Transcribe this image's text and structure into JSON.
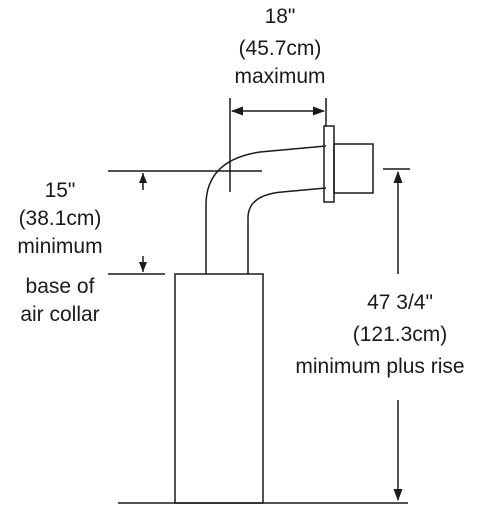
{
  "horizontal_dim": {
    "value": "18\"",
    "metric": "(45.7cm)",
    "qualifier": "maximum"
  },
  "vertical_dim_upper": {
    "value": "15\"",
    "metric": "(38.1cm)",
    "qualifier": "minimum"
  },
  "reference_point": {
    "line1": "base of",
    "line2": "air collar"
  },
  "vertical_dim_total": {
    "value": "47 3/4\"",
    "metric": "(121.3cm)",
    "qualifier": "minimum plus rise"
  },
  "colors": {
    "line": "#1a1a1a",
    "background": "#ffffff"
  }
}
